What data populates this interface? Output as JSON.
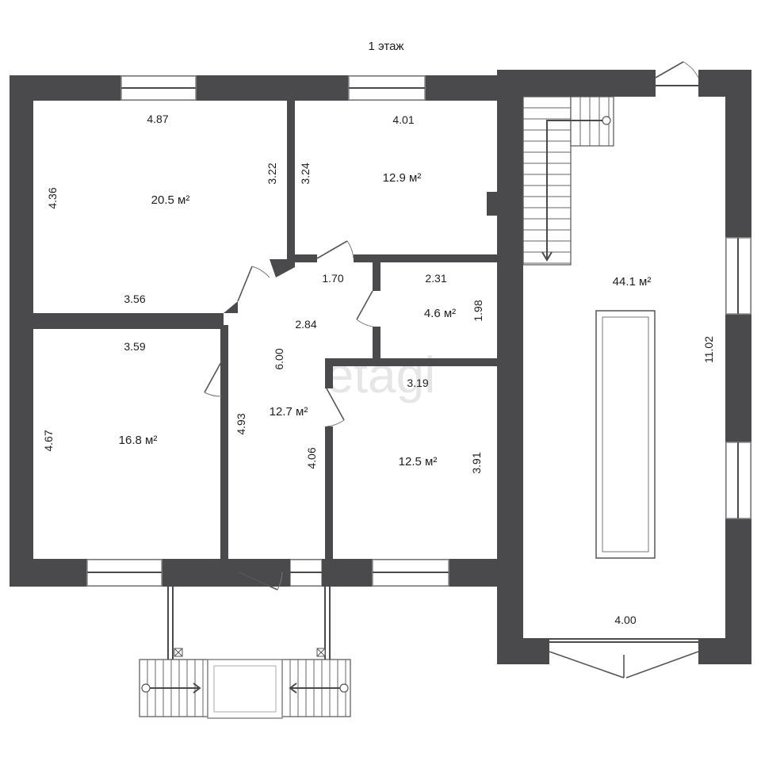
{
  "title": "1 этаж",
  "watermark": "etagi",
  "colors": {
    "wall": "#4a4a4c",
    "background": "#ffffff"
  },
  "rooms": [
    {
      "id": "room-nw",
      "area": "20.5 м²",
      "dims": [
        "4.87",
        "4.36",
        "3.22",
        "3.56"
      ]
    },
    {
      "id": "room-n",
      "area": "12.9 м²",
      "dims": [
        "4.01",
        "3.24"
      ]
    },
    {
      "id": "room-small",
      "area": "4.6 м²",
      "dims": [
        "2.31",
        "1.98"
      ]
    },
    {
      "id": "room-sw",
      "area": "16.8 м²",
      "dims": [
        "3.59",
        "4.67"
      ]
    },
    {
      "id": "hall",
      "area": "12.7 м²",
      "dims": [
        "1.70",
        "2.84",
        "6.00",
        "4.93",
        "4.06"
      ]
    },
    {
      "id": "room-s",
      "area": "12.5 м²",
      "dims": [
        "3.19",
        "3.91"
      ]
    },
    {
      "id": "big-room",
      "area": "44.1 м²",
      "dims": [
        "11.02",
        "4.00"
      ]
    }
  ]
}
